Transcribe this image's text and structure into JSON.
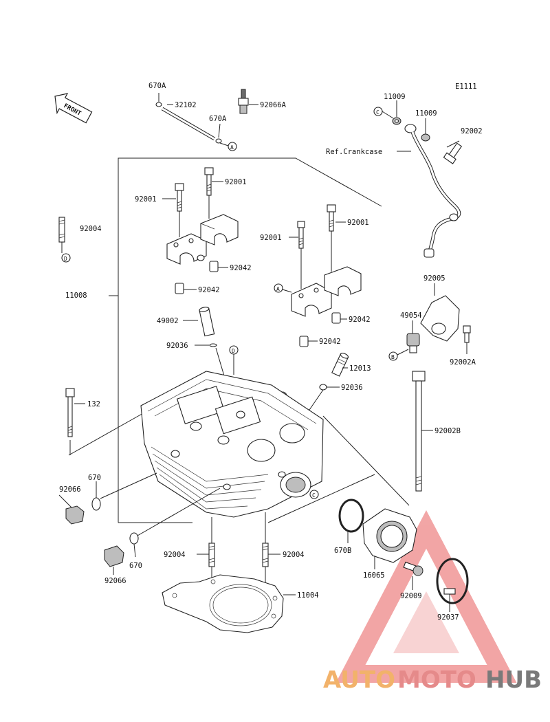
{
  "diagram": {
    "code": "E1111",
    "front_label": "FRONT",
    "ref_label": "Ref.Crankcase",
    "callouts": [
      "A",
      "B",
      "C",
      "D"
    ],
    "parts": {
      "p670A_top": "670A",
      "p32102": "32102",
      "p670A_mid": "670A",
      "p92066A": "92066A",
      "p11009_a": "11009",
      "p11009_b": "11009",
      "p92002": "92002",
      "p92001_a": "92001",
      "p92001_b": "92001",
      "p92001_c": "92001",
      "p92001_d": "92001",
      "p92004_left": "92004",
      "p11008": "11008",
      "p92042_a": "92042",
      "p92042_b": "92042",
      "p92042_c": "92042",
      "p92042_d": "92042",
      "p49002": "49002",
      "p92036_a": "92036",
      "p92036_b": "92036",
      "p12013": "12013",
      "p92005": "92005",
      "p49054": "49054",
      "p92002A": "92002A",
      "p132": "132",
      "p92002B": "92002B",
      "p670": "670",
      "p92066_a": "92066",
      "p670_b": "670",
      "p92066_b": "92066",
      "p92004_a": "92004",
      "p92004_b": "92004",
      "p670B": "670B",
      "p16065": "16065",
      "p92009": "92009",
      "p92037": "92037",
      "p11004": "11004"
    }
  },
  "watermark": {
    "part1": "AUTO",
    "part2": "MOTO",
    "part3": "HUB",
    "colors": {
      "auto": "#f2b26a",
      "moto": "#e58a8a",
      "hub": "#7a7a7a",
      "triangle": "#e85d5d"
    }
  }
}
